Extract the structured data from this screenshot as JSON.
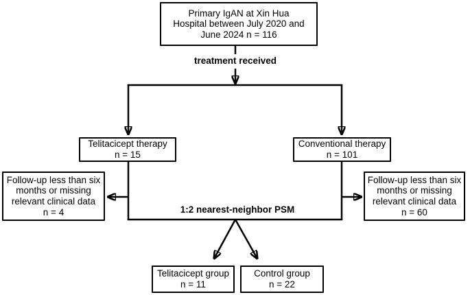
{
  "diagram": {
    "type": "flowchart",
    "description": "Patient enrollment and propensity-score-matching flow diagram",
    "colors": {
      "background": "#ffffff",
      "line": "#000000",
      "box_border": "#000000",
      "box_fill": "#ffffff",
      "text": "#000000"
    },
    "nodes": {
      "cohort": {
        "lines": [
          "Primary IgAN at Xin Hua",
          "Hospital between July 2020 and",
          "June 2024 n = 116"
        ]
      },
      "treatment_received_label": "treatment received",
      "telitacicept_therapy": {
        "lines": [
          "Telitacicept therapy",
          "n = 15"
        ]
      },
      "conventional_therapy": {
        "lines": [
          "Conventional therapy",
          "n = 101"
        ]
      },
      "exclusion_left": {
        "lines": [
          "Follow-up less than six",
          "months or missing",
          "relevant clinical data",
          "n = 4"
        ]
      },
      "exclusion_right": {
        "lines": [
          "Follow-up less than six",
          "months or missing",
          "relevant clinical data",
          "n = 60"
        ]
      },
      "psm_label": "1:2 nearest-neighbor PSM",
      "telitacicept_group": {
        "lines": [
          "Telitacicept group",
          "n = 11"
        ]
      },
      "control_group": {
        "lines": [
          "Control group",
          "n = 22"
        ]
      }
    }
  }
}
